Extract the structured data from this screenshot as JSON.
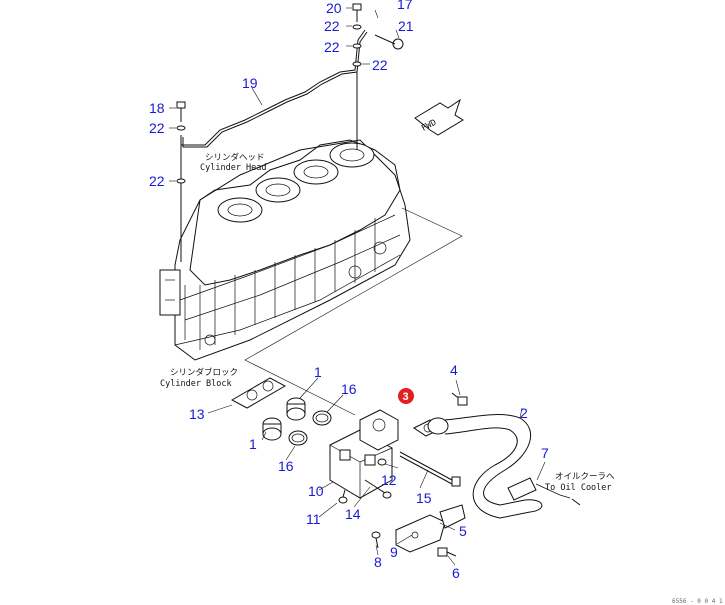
{
  "diagram": {
    "callouts": {
      "p1a": "1",
      "p1b": "1",
      "p2": "2",
      "p3": "3",
      "p4": "4",
      "p5": "5",
      "p6": "6",
      "p7": "7",
      "p8": "8",
      "p9": "9",
      "p10": "10",
      "p11": "11",
      "p12": "12",
      "p13": "13",
      "p14": "14",
      "p15": "15",
      "p16a": "16",
      "p16b": "16",
      "p17": "17",
      "p18": "18",
      "p19": "19",
      "p20": "20",
      "p21": "21",
      "p22a": "22",
      "p22b": "22",
      "p22c": "22",
      "p22d": "22",
      "p22e": "22"
    },
    "labels": {
      "head_jp": "シリンダヘッド",
      "head_en": "Cylinder Head",
      "block_jp": "シリンダブロック",
      "block_en": "Cylinder Block",
      "cooler_jp": "オイルクーラへ",
      "cooler_en": "To Oil Cooler",
      "fwd": "FWD"
    },
    "highlight_color": "#e02020",
    "callout_color": "#1a1ad6",
    "drawing_code": "6556 - 0 0 4 1"
  }
}
